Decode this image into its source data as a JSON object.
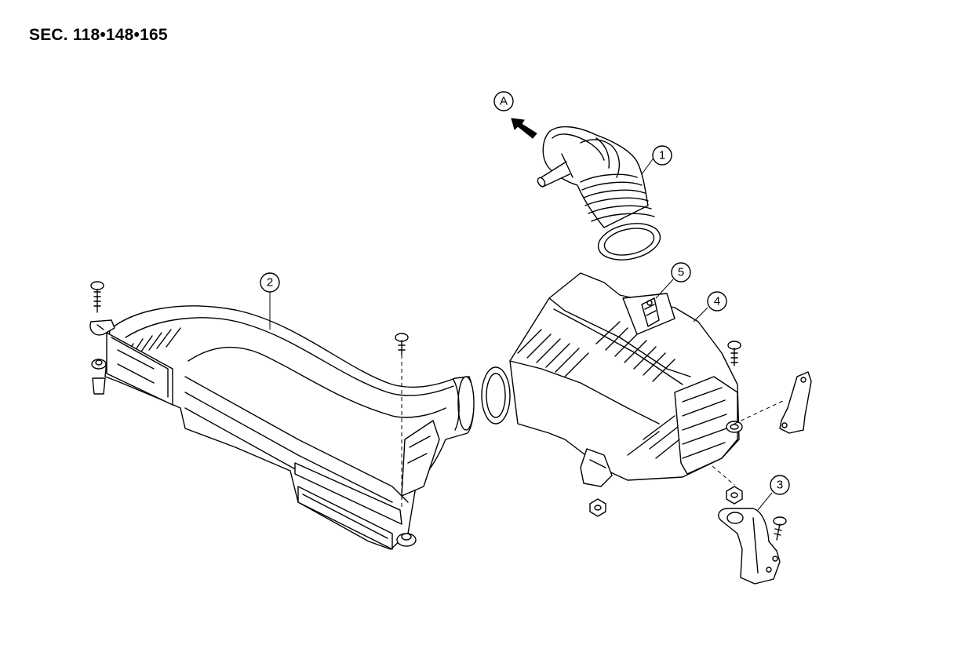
{
  "section_ref": "SEC. 118•148•165",
  "view_label": "A",
  "callouts": [
    {
      "id": "1",
      "label": "1"
    },
    {
      "id": "2",
      "label": "2"
    },
    {
      "id": "3",
      "label": "3"
    },
    {
      "id": "4",
      "label": "4"
    },
    {
      "id": "5",
      "label": "5"
    }
  ]
}
